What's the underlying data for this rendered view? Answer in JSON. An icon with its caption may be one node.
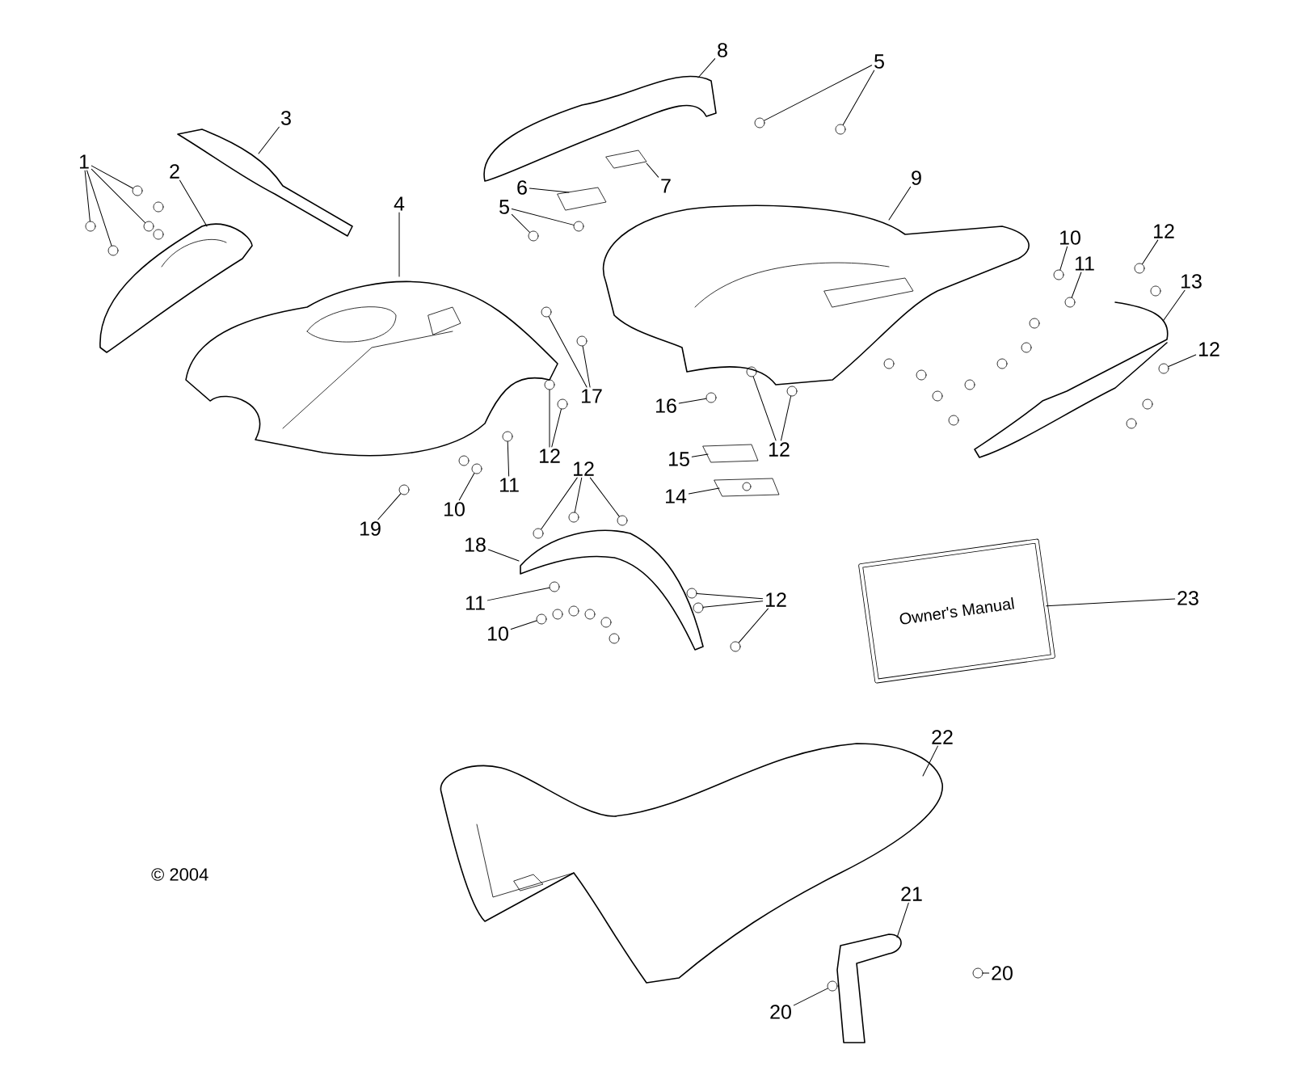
{
  "diagram": {
    "nodes": [
      {
        "text": [
          "8"
        ]
      },
      {
        "text": [
          "5"
        ]
      },
      {
        "text": [
          "3"
        ]
      },
      {
        "text": [
          "1"
        ]
      },
      {
        "text": [
          "2"
        ]
      },
      {
        "text": [
          "9"
        ]
      },
      {
        "text": [
          "6"
        ]
      },
      {
        "text": [
          "7"
        ]
      },
      {
        "text": [
          "4"
        ]
      },
      {
        "text": [
          "5"
        ]
      },
      {
        "text": [
          "12"
        ]
      },
      {
        "text": [
          "10"
        ]
      },
      {
        "text": [
          "11"
        ]
      },
      {
        "text": [
          "13"
        ]
      },
      {
        "text": [
          "12"
        ]
      },
      {
        "text": [
          "17"
        ]
      },
      {
        "text": [
          "16"
        ]
      },
      {
        "text": [
          "12"
        ]
      },
      {
        "text": [
          "12"
        ]
      },
      {
        "text": [
          "15"
        ]
      },
      {
        "text": [
          "12"
        ]
      },
      {
        "text": [
          "11"
        ]
      },
      {
        "text": [
          "14"
        ]
      },
      {
        "text": [
          "10"
        ]
      },
      {
        "text": [
          "19"
        ]
      },
      {
        "text": [
          "18"
        ]
      },
      {
        "text": [
          "Owner's Manual"
        ]
      },
      {
        "text": [
          "12"
        ]
      },
      {
        "text": [
          "23"
        ]
      },
      {
        "text": [
          "11"
        ]
      },
      {
        "text": [
          "10"
        ]
      },
      {
        "text": [
          "22"
        ]
      },
      {
        "text": [
          "21"
        ]
      },
      {
        "text": [
          "20"
        ]
      },
      {
        "text": [
          "20"
        ]
      },
      {
        "text": [],
        "shape": "circle"
      },
      {
        "text": [],
        "shape": "circle"
      },
      {
        "text": [],
        "shape": "circle"
      },
      {
        "text": [],
        "shape": "circle"
      },
      {
        "text": [],
        "shape": "circle"
      },
      {
        "text": [],
        "shape": "circle"
      },
      {
        "text": [],
        "shape": "circle"
      },
      {
        "text": [],
        "shape": "circle"
      },
      {
        "text": [],
        "shape": "circle"
      },
      {
        "text": [],
        "shape": "circle"
      },
      {
        "text": [],
        "shape": "circle"
      },
      {
        "text": [],
        "shape": "circle"
      },
      {
        "text": [],
        "shape": "circle"
      },
      {
        "text": [],
        "shape": "circle"
      },
      {
        "text": [],
        "shape": "circle"
      },
      {
        "text": [],
        "shape": "circle"
      },
      {
        "text": [],
        "shape": "circle"
      },
      {
        "text": [],
        "shape": "circle"
      },
      {
        "text": [],
        "shape": "circle"
      },
      {
        "text": [],
        "shape": "circle"
      },
      {
        "text": [],
        "shape": "circle"
      },
      {
        "text": [],
        "shape": "circle"
      },
      {
        "text": [],
        "shape": "circle"
      },
      {
        "text": [],
        "shape": "circle"
      },
      {
        "text": [],
        "shape": "circle"
      },
      {
        "text": [],
        "shape": "circle"
      },
      {
        "text": [],
        "shape": "circle"
      },
      {
        "text": [],
        "shape": "circle"
      },
      {
        "text": [],
        "shape": "circle"
      },
      {
        "text": [],
        "shape": "circle"
      },
      {
        "text": [],
        "shape": "circle"
      },
      {
        "text": [],
        "shape": "circle"
      }
    ],
    "edges": [
      {
        "from": 0,
        "to": null,
        "arrow": "none"
      },
      {
        "from": 1,
        "to": 39,
        "arrow": "none"
      },
      {
        "from": 1,
        "to": 40,
        "arrow": "none"
      },
      {
        "from": 2,
        "to": null,
        "arrow": "none"
      },
      {
        "from": 3,
        "to": 35,
        "arrow": "none"
      },
      {
        "from": 3,
        "to": 36,
        "arrow": "none"
      },
      {
        "from": 3,
        "to": 37,
        "arrow": "none"
      },
      {
        "from": 3,
        "to": 38,
        "arrow": "none"
      },
      {
        "from": 4,
        "to": null,
        "arrow": "none"
      },
      {
        "from": 5,
        "to": null,
        "arrow": "none"
      },
      {
        "from": 6,
        "to": null,
        "arrow": "none"
      },
      {
        "from": 7,
        "to": null,
        "arrow": "none"
      },
      {
        "from": 8,
        "to": null,
        "arrow": "none"
      },
      {
        "from": 9,
        "to": 41,
        "arrow": "none"
      },
      {
        "from": 9,
        "to": 42,
        "arrow": "none"
      },
      {
        "from": 10,
        "to": 43,
        "arrow": "none"
      },
      {
        "from": 11,
        "to": 44,
        "arrow": "none"
      },
      {
        "from": 12,
        "to": 45,
        "arrow": "none"
      },
      {
        "from": 13,
        "to": null,
        "arrow": "none"
      },
      {
        "from": 14,
        "to": 46,
        "arrow": "none"
      },
      {
        "from": 15,
        "to": 47,
        "arrow": "none"
      },
      {
        "from": 15,
        "to": 48,
        "arrow": "none"
      },
      {
        "from": 16,
        "to": 49,
        "arrow": "none"
      },
      {
        "from": 17,
        "to": 50,
        "arrow": "none"
      },
      {
        "from": 17,
        "to": 51,
        "arrow": "none"
      },
      {
        "from": 18,
        "to": 52,
        "arrow": "none"
      },
      {
        "from": 18,
        "to": 53,
        "arrow": "none"
      },
      {
        "from": 19,
        "to": null,
        "arrow": "none"
      },
      {
        "from": 20,
        "to": 54,
        "arrow": "none"
      },
      {
        "from": 20,
        "to": 55,
        "arrow": "none"
      },
      {
        "from": 20,
        "to": 56,
        "arrow": "none"
      },
      {
        "from": 21,
        "to": 57,
        "arrow": "none"
      },
      {
        "from": 22,
        "to": null,
        "arrow": "none"
      },
      {
        "from": 23,
        "to": 58,
        "arrow": "none"
      },
      {
        "from": 24,
        "to": 59,
        "arrow": "none"
      },
      {
        "from": 25,
        "to": null,
        "arrow": "none"
      },
      {
        "from": 27,
        "to": 60,
        "arrow": "none"
      },
      {
        "from": 27,
        "to": 61,
        "arrow": "none"
      },
      {
        "from": 27,
        "to": 62,
        "arrow": "none"
      },
      {
        "from": 28,
        "to": 26,
        "arrow": "none"
      },
      {
        "from": 29,
        "to": 63,
        "arrow": "none"
      },
      {
        "from": 30,
        "to": 64,
        "arrow": "none"
      },
      {
        "from": 31,
        "to": null,
        "arrow": "none"
      },
      {
        "from": 32,
        "to": null,
        "arrow": "none"
      },
      {
        "from": 33,
        "to": 65,
        "arrow": "none"
      },
      {
        "from": 34,
        "to": 66,
        "arrow": "none"
      }
    ],
    "labels": [
      "© 2004"
    ]
  }
}
